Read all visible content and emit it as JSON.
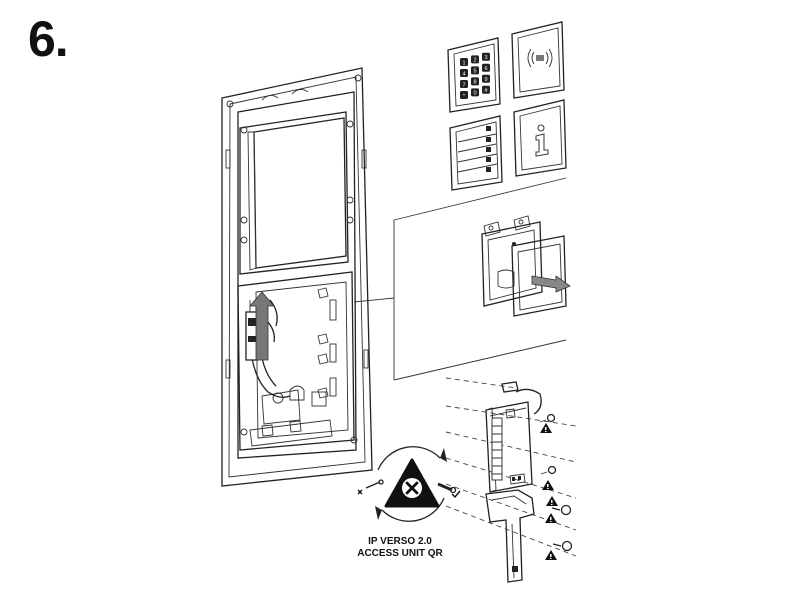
{
  "step": {
    "number": "6."
  },
  "caption": {
    "line1": "IP VERSO 2.0",
    "line2": "ACCESS UNIT QR"
  },
  "keypad": {
    "keys": [
      "1",
      "2",
      "3",
      "4",
      "5",
      "6",
      "7",
      "8",
      "9",
      "*",
      "0",
      "#"
    ]
  },
  "colors": {
    "ink": "#222222",
    "warning": "#111111",
    "background": "#ffffff"
  },
  "icons": {
    "keypad": "keypad-module-icon",
    "rfid": "rfid-module-icon",
    "buttons": "button-module-icon",
    "info": "info-module-icon",
    "warning": "warning-triangle-icon",
    "prohibited": "prohibited-cross-icon",
    "cable": "cable-icon",
    "arrow": "arrow-up-icon"
  }
}
